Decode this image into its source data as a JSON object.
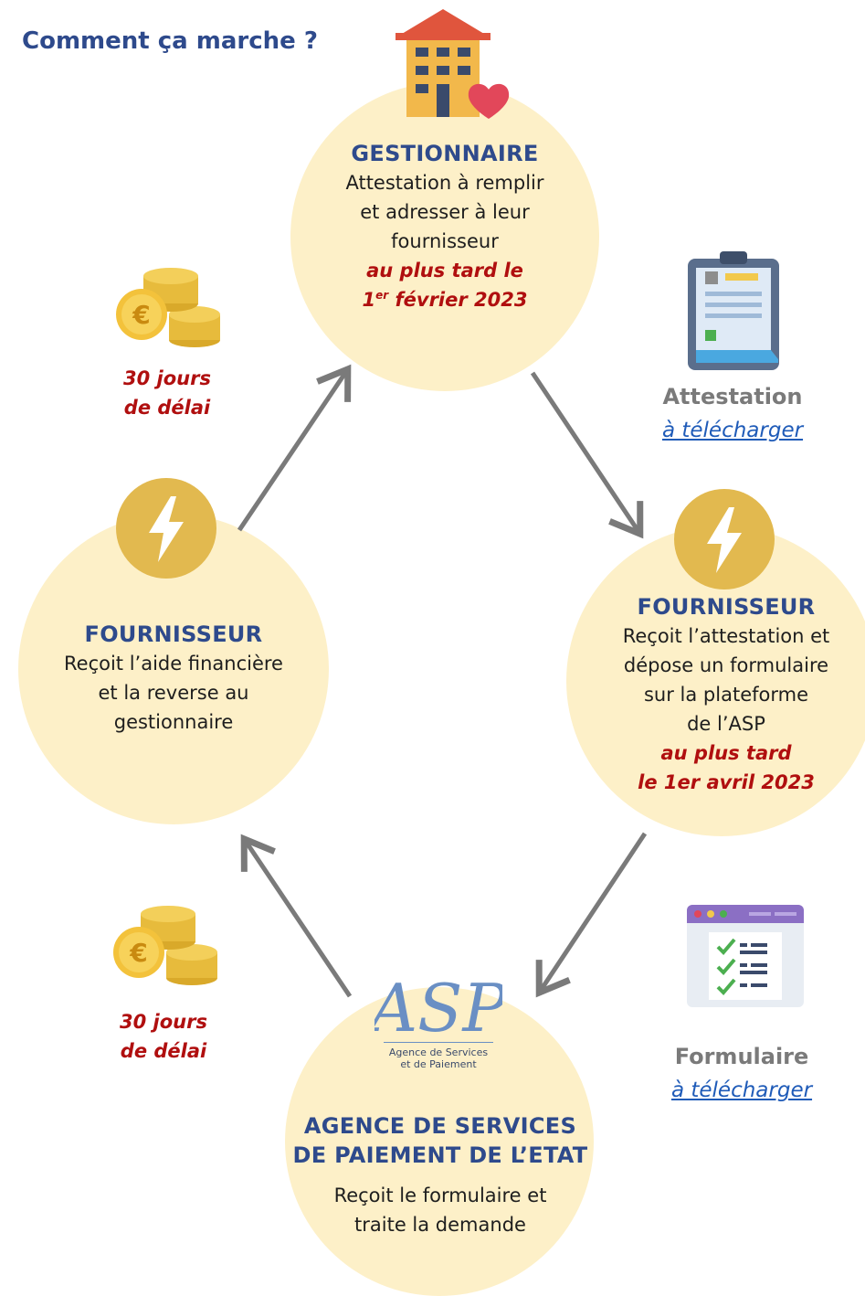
{
  "page": {
    "title": "Comment ça marche ?"
  },
  "nodes": {
    "gestionnaire": {
      "heading": "GESTIONNAIRE",
      "body": [
        "Attestation à remplir",
        "et adresser à leur",
        "fournisseur"
      ],
      "deadline_line1": "au plus tard le",
      "deadline_day": "1",
      "deadline_sup": "er",
      "deadline_rest": " février 2023"
    },
    "fournisseur_right": {
      "heading": "FOURNISSEUR",
      "body": [
        "Reçoit l’attestation et",
        "dépose un formulaire",
        "sur la plateforme",
        "de l’ASP"
      ],
      "deadline": [
        "au plus tard",
        "le 1er avril 2023"
      ]
    },
    "asp": {
      "heading": [
        "AGENCE DE SERVICES",
        "DE PAIEMENT DE L’ETAT"
      ],
      "body": [
        "Reçoit le formulaire et",
        "traite la demande"
      ],
      "logo_text": "ASP",
      "logo_caption": [
        "Agence de Services",
        "et de Paiement"
      ]
    },
    "fournisseur_left": {
      "heading": "FOURNISSEUR",
      "body": [
        "Reçoit l’aide financière",
        "et la reverse au",
        "gestionnaire"
      ]
    }
  },
  "delays": {
    "top": [
      "30 jours",
      "de délai"
    ],
    "bottom": [
      "30 jours",
      "de délai"
    ]
  },
  "documents": {
    "attestation": {
      "title": "Attestation",
      "link": "à télécharger"
    },
    "formulaire": {
      "title": "Formulaire",
      "link": "à télécharger"
    }
  },
  "icons": {
    "building": "building-heart-icon",
    "clipboard": "clipboard-document-icon",
    "form": "checklist-form-icon",
    "coins": "euro-coins-icon",
    "bolt": "lightning-bolt-icon"
  },
  "colors": {
    "heading": "#2e4a8c",
    "deadline": "#b00f0f",
    "circle": "#fdf0c8",
    "bolt_circle": "#e2b94f",
    "arrow": "#7a7a7a",
    "link": "#1f5bb8"
  }
}
